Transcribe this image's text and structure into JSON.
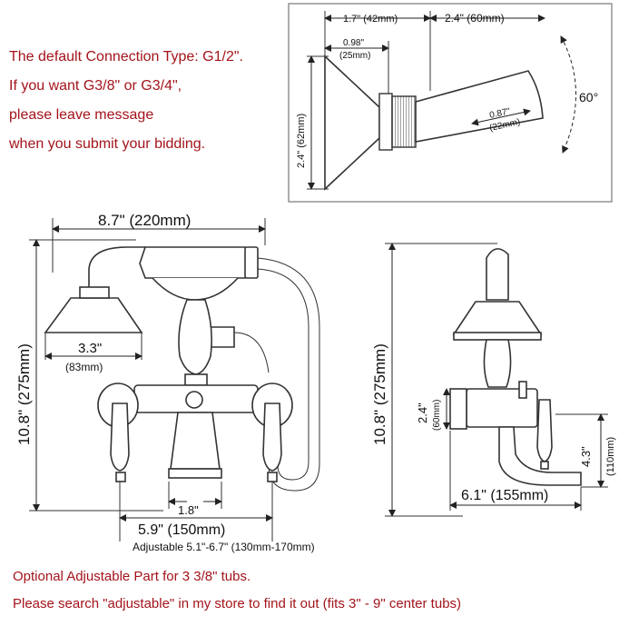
{
  "notes": [
    "The default Connection Type: G1/2\".",
    "If you want G3/8\" or G3/4\",",
    "please leave message",
    "when you submit your bidding."
  ],
  "holder": {
    "dim_17": "1.7\" (42mm)",
    "dim_24_width": "2.4\" (60mm)",
    "dim_098": "0.98\"",
    "dim_25mm": "(25mm)",
    "dim_24_height": "2.4\" (62mm)",
    "dim_087": "0.87\"",
    "dim_22mm": "(22mm)",
    "angle": "60°"
  },
  "front": {
    "width": "8.7\" (220mm)",
    "height": "10.8\" (275mm)",
    "head_main": "3.3\"",
    "head_sub": "(83mm)",
    "small": "1.8\"",
    "center": "5.9\" (150mm)",
    "adjustable": "Adjustable 5.1\"-6.7\" (130mm-170mm)"
  },
  "side": {
    "height": "10.8\" (275mm)",
    "inlet_main": "2.4\"",
    "inlet_sub": "(60mm)",
    "spout_main": "4.3\"",
    "spout_sub": "(110mm)",
    "reach": "6.1\" (155mm)"
  },
  "bottom_notes": [
    "Optional Adjustable Part for 3 3/8\" tubs.",
    "Please search \"adjustable\" in my store to find it out (fits 3\" - 9\" center tubs)"
  ]
}
